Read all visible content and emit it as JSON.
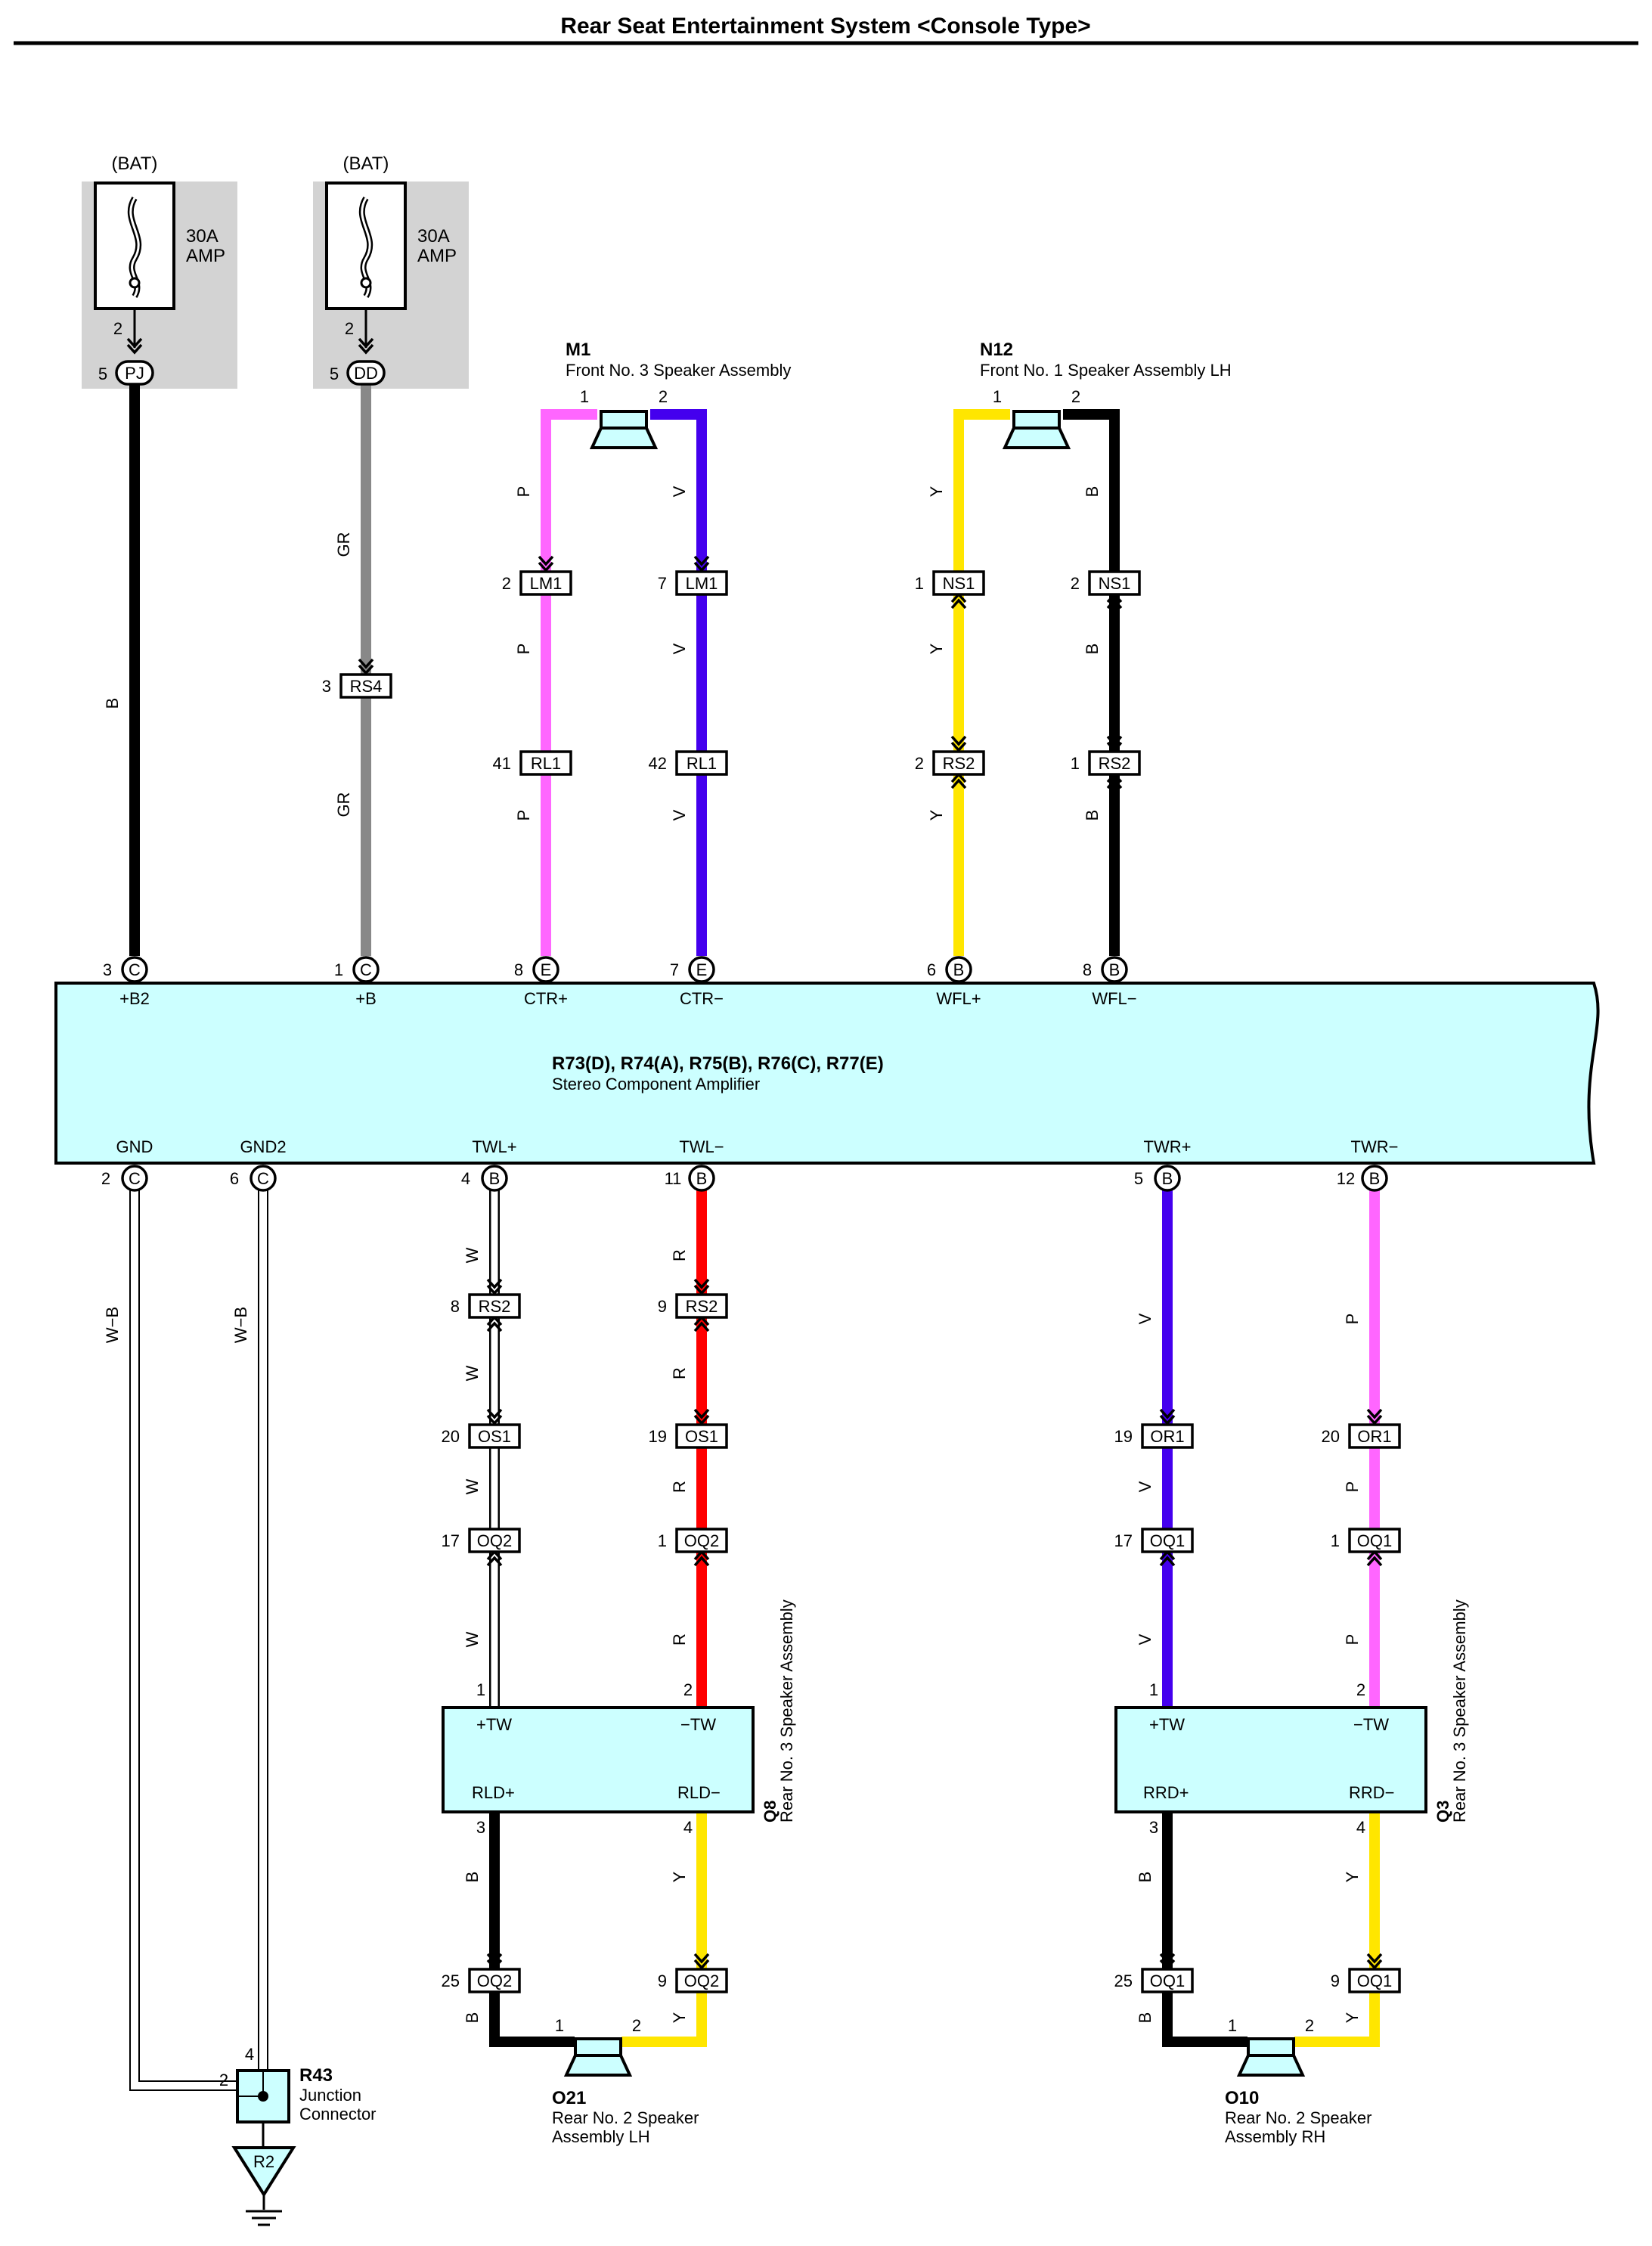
{
  "title": "Rear Seat Entertainment System <Console Type>",
  "colors": {
    "B": "#000000",
    "GR": "#888888",
    "P": "#ff66ff",
    "V": "#4400ee",
    "Y": "#ffe600",
    "R": "#ff0000",
    "W": "#ffffff",
    "box": "#ccffff",
    "fuse_bg": "#d3d3d3"
  },
  "fuses": [
    {
      "source": "(BAT)",
      "rating": "30A",
      "name": "AMP",
      "pin": "2"
    },
    {
      "source": "(BAT)",
      "rating": "30A",
      "name": "AMP",
      "pin": "2"
    }
  ],
  "amplifier": {
    "title": "R73(D), R74(A), R75(B), R76(C), R77(E)",
    "subtitle": "Stereo Component Amplifier",
    "top_terminals": [
      {
        "pin": "3",
        "conn": "C",
        "label": "+B2"
      },
      {
        "pin": "1",
        "conn": "C",
        "label": "+B"
      },
      {
        "pin": "8",
        "conn": "E",
        "label": "CTR+"
      },
      {
        "pin": "7",
        "conn": "E",
        "label": "CTR−"
      },
      {
        "pin": "6",
        "conn": "B",
        "label": "WFL+"
      },
      {
        "pin": "8",
        "conn": "B",
        "label": "WFL−"
      }
    ],
    "bottom_terminals": [
      {
        "pin": "2",
        "conn": "C",
        "label": "GND"
      },
      {
        "pin": "6",
        "conn": "C",
        "label": "GND2"
      },
      {
        "pin": "4",
        "conn": "B",
        "label": "TWL+"
      },
      {
        "pin": "11",
        "conn": "B",
        "label": "TWL−"
      },
      {
        "pin": "5",
        "conn": "B",
        "label": "TWR+"
      },
      {
        "pin": "12",
        "conn": "B",
        "label": "TWR−"
      }
    ]
  },
  "splices": [
    {
      "pin": "5",
      "id": "PJ"
    },
    {
      "pin": "5",
      "id": "DD"
    }
  ],
  "connectors": [
    {
      "pin": "3",
      "id": "RS4"
    },
    {
      "pin": "2",
      "id": "LM1"
    },
    {
      "pin": "7",
      "id": "LM1"
    },
    {
      "pin": "41",
      "id": "RL1"
    },
    {
      "pin": "42",
      "id": "RL1"
    },
    {
      "pin": "1",
      "id": "NS1"
    },
    {
      "pin": "2",
      "id": "NS1"
    },
    {
      "pin": "2",
      "id": "RS2"
    },
    {
      "pin": "1",
      "id": "RS2"
    },
    {
      "pin": "8",
      "id": "RS2"
    },
    {
      "pin": "9",
      "id": "RS2"
    },
    {
      "pin": "20",
      "id": "OS1"
    },
    {
      "pin": "19",
      "id": "OS1"
    },
    {
      "pin": "17",
      "id": "OQ2"
    },
    {
      "pin": "1",
      "id": "OQ2"
    },
    {
      "pin": "19",
      "id": "OR1"
    },
    {
      "pin": "20",
      "id": "OR1"
    },
    {
      "pin": "17",
      "id": "OQ1"
    },
    {
      "pin": "1",
      "id": "OQ1"
    },
    {
      "pin": "25",
      "id": "OQ2"
    },
    {
      "pin": "9",
      "id": "OQ2"
    },
    {
      "pin": "25",
      "id": "OQ1"
    },
    {
      "pin": "9",
      "id": "OQ1"
    }
  ],
  "wire_labels": {
    "b": "B",
    "gr": "GR",
    "p": "P",
    "v": "V",
    "y": "Y",
    "r": "R",
    "w": "W",
    "wb": "W−B"
  },
  "speakers": {
    "m1": {
      "code": "M1",
      "name": "Front No. 3 Speaker Assembly",
      "pin1": "1",
      "pin2": "2"
    },
    "n12": {
      "code": "N12",
      "name": "Front No. 1 Speaker Assembly LH",
      "pin1": "1",
      "pin2": "2"
    },
    "o21": {
      "code": "O21",
      "name1": "Rear No. 2 Speaker",
      "name2": "Assembly LH",
      "pin1": "1",
      "pin2": "2"
    },
    "o10": {
      "code": "O10",
      "name1": "Rear No. 2 Speaker",
      "name2": "Assembly RH",
      "pin1": "1",
      "pin2": "2"
    }
  },
  "rear_assemblies": [
    {
      "code": "Q8",
      "name": "Rear No. 3 Speaker Assembly",
      "tl": "+TW",
      "tr": "−TW",
      "bl": "RLD+",
      "br": "RLD−",
      "p1": "1",
      "p2": "2",
      "p3": "3",
      "p4": "4"
    },
    {
      "code": "Q3",
      "name": "Rear No. 3 Speaker Assembly",
      "tl": "+TW",
      "tr": "−TW",
      "bl": "RRD+",
      "br": "RRD−",
      "p1": "1",
      "p2": "2",
      "p3": "3",
      "p4": "4"
    }
  ],
  "junction": {
    "code": "R43",
    "name1": "Junction",
    "name2": "Connector",
    "pin_top": "4",
    "pin_left": "2"
  },
  "ground": {
    "id": "R2"
  }
}
